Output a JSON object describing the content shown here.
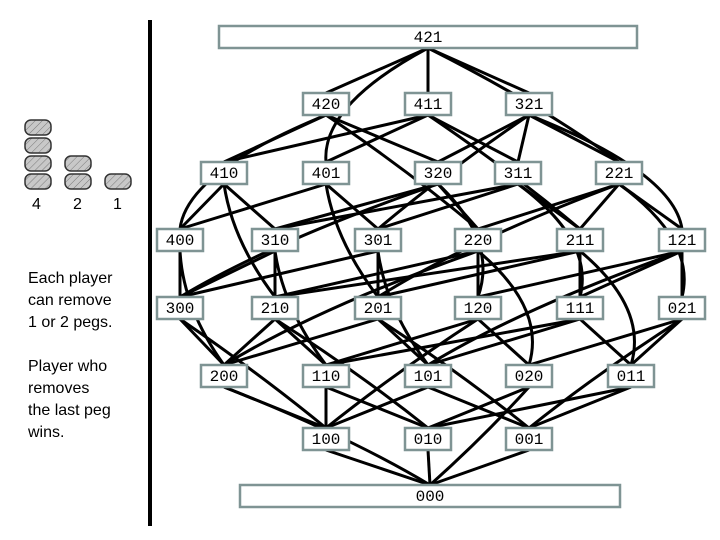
{
  "piles": {
    "counts": [
      4,
      2,
      1
    ],
    "labels": [
      "4",
      "2",
      "1"
    ],
    "peg_color": "#c8c8c8"
  },
  "rules": {
    "line1": "Each player",
    "line2": "can remove",
    "line3": "1 or 2 pegs.",
    "line4": "Player who",
    "line5": "removes",
    "line6": "the last peg",
    "line7": "wins."
  },
  "graph": {
    "node_border_color": "#7f9494",
    "edge_color": "#000000",
    "nodes": [
      {
        "id": "421",
        "label": "421"
      },
      {
        "id": "420",
        "label": "420"
      },
      {
        "id": "411",
        "label": "411"
      },
      {
        "id": "321",
        "label": "321"
      },
      {
        "id": "410",
        "label": "410"
      },
      {
        "id": "401",
        "label": "401"
      },
      {
        "id": "320",
        "label": "320"
      },
      {
        "id": "311",
        "label": "311"
      },
      {
        "id": "221",
        "label": "221"
      },
      {
        "id": "400",
        "label": "400"
      },
      {
        "id": "310",
        "label": "310"
      },
      {
        "id": "301",
        "label": "301"
      },
      {
        "id": "220",
        "label": "220"
      },
      {
        "id": "211",
        "label": "211"
      },
      {
        "id": "121",
        "label": "121"
      },
      {
        "id": "300",
        "label": "300"
      },
      {
        "id": "210",
        "label": "210"
      },
      {
        "id": "201",
        "label": "201"
      },
      {
        "id": "120",
        "label": "120"
      },
      {
        "id": "111",
        "label": "111"
      },
      {
        "id": "021",
        "label": "021"
      },
      {
        "id": "200",
        "label": "200"
      },
      {
        "id": "110",
        "label": "110"
      },
      {
        "id": "101",
        "label": "101"
      },
      {
        "id": "020",
        "label": "020"
      },
      {
        "id": "011",
        "label": "011"
      },
      {
        "id": "100",
        "label": "100"
      },
      {
        "id": "010",
        "label": "010"
      },
      {
        "id": "001",
        "label": "001"
      },
      {
        "id": "000",
        "label": "000"
      }
    ]
  }
}
